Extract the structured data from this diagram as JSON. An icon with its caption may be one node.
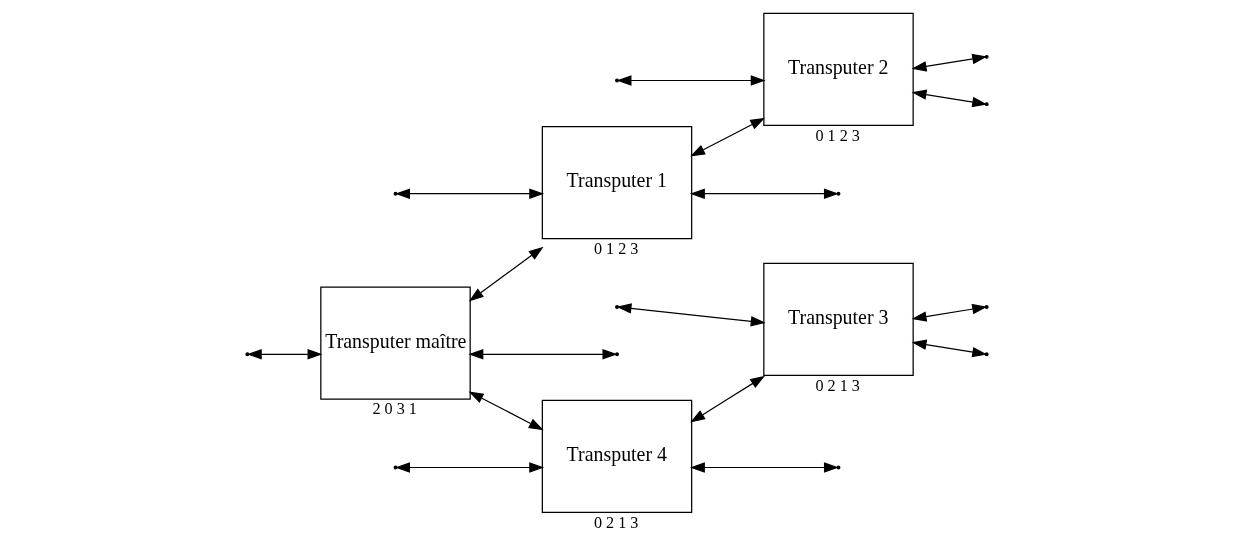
{
  "diagram": {
    "nodes": [
      {
        "text": [
          "Transputer maître"
        ],
        "beside": [
          "2",
          "0",
          "3",
          "1"
        ]
      },
      {
        "text": [
          "Transputer 1"
        ],
        "beside": [
          "0",
          "1",
          "2",
          "3"
        ]
      },
      {
        "text": [
          "Transputer 2"
        ],
        "beside": [
          "0",
          "1",
          "2",
          "3"
        ]
      },
      {
        "text": [
          "Transputer 4"
        ],
        "beside": [
          "0",
          "2",
          "1",
          "3"
        ]
      },
      {
        "text": [
          "Transputer 3"
        ],
        "beside": [
          "0",
          "2",
          "1",
          "3"
        ]
      }
    ],
    "edges": [
      {
        "from": null,
        "to": 0,
        "arrow": "both"
      },
      {
        "from": 0,
        "to": null,
        "arrow": "both"
      },
      {
        "from": 0,
        "to": 1,
        "arrow": "both"
      },
      {
        "from": 0,
        "to": 3,
        "arrow": "both"
      },
      {
        "from": null,
        "to": 1,
        "arrow": "both"
      },
      {
        "from": 1,
        "to": null,
        "arrow": "both"
      },
      {
        "from": 1,
        "to": 2,
        "arrow": "both"
      },
      {
        "from": null,
        "to": 2,
        "arrow": "both"
      },
      {
        "from": 2,
        "to": null,
        "arrow": "both"
      },
      {
        "from": 2,
        "to": null,
        "arrow": "both"
      },
      {
        "from": null,
        "to": 3,
        "arrow": "both"
      },
      {
        "from": 3,
        "to": null,
        "arrow": "both"
      },
      {
        "from": 3,
        "to": 4,
        "arrow": "both"
      },
      {
        "from": null,
        "to": 4,
        "arrow": "both"
      },
      {
        "from": 4,
        "to": null,
        "arrow": "both"
      },
      {
        "from": 4,
        "to": null,
        "arrow": "both"
      }
    ]
  }
}
